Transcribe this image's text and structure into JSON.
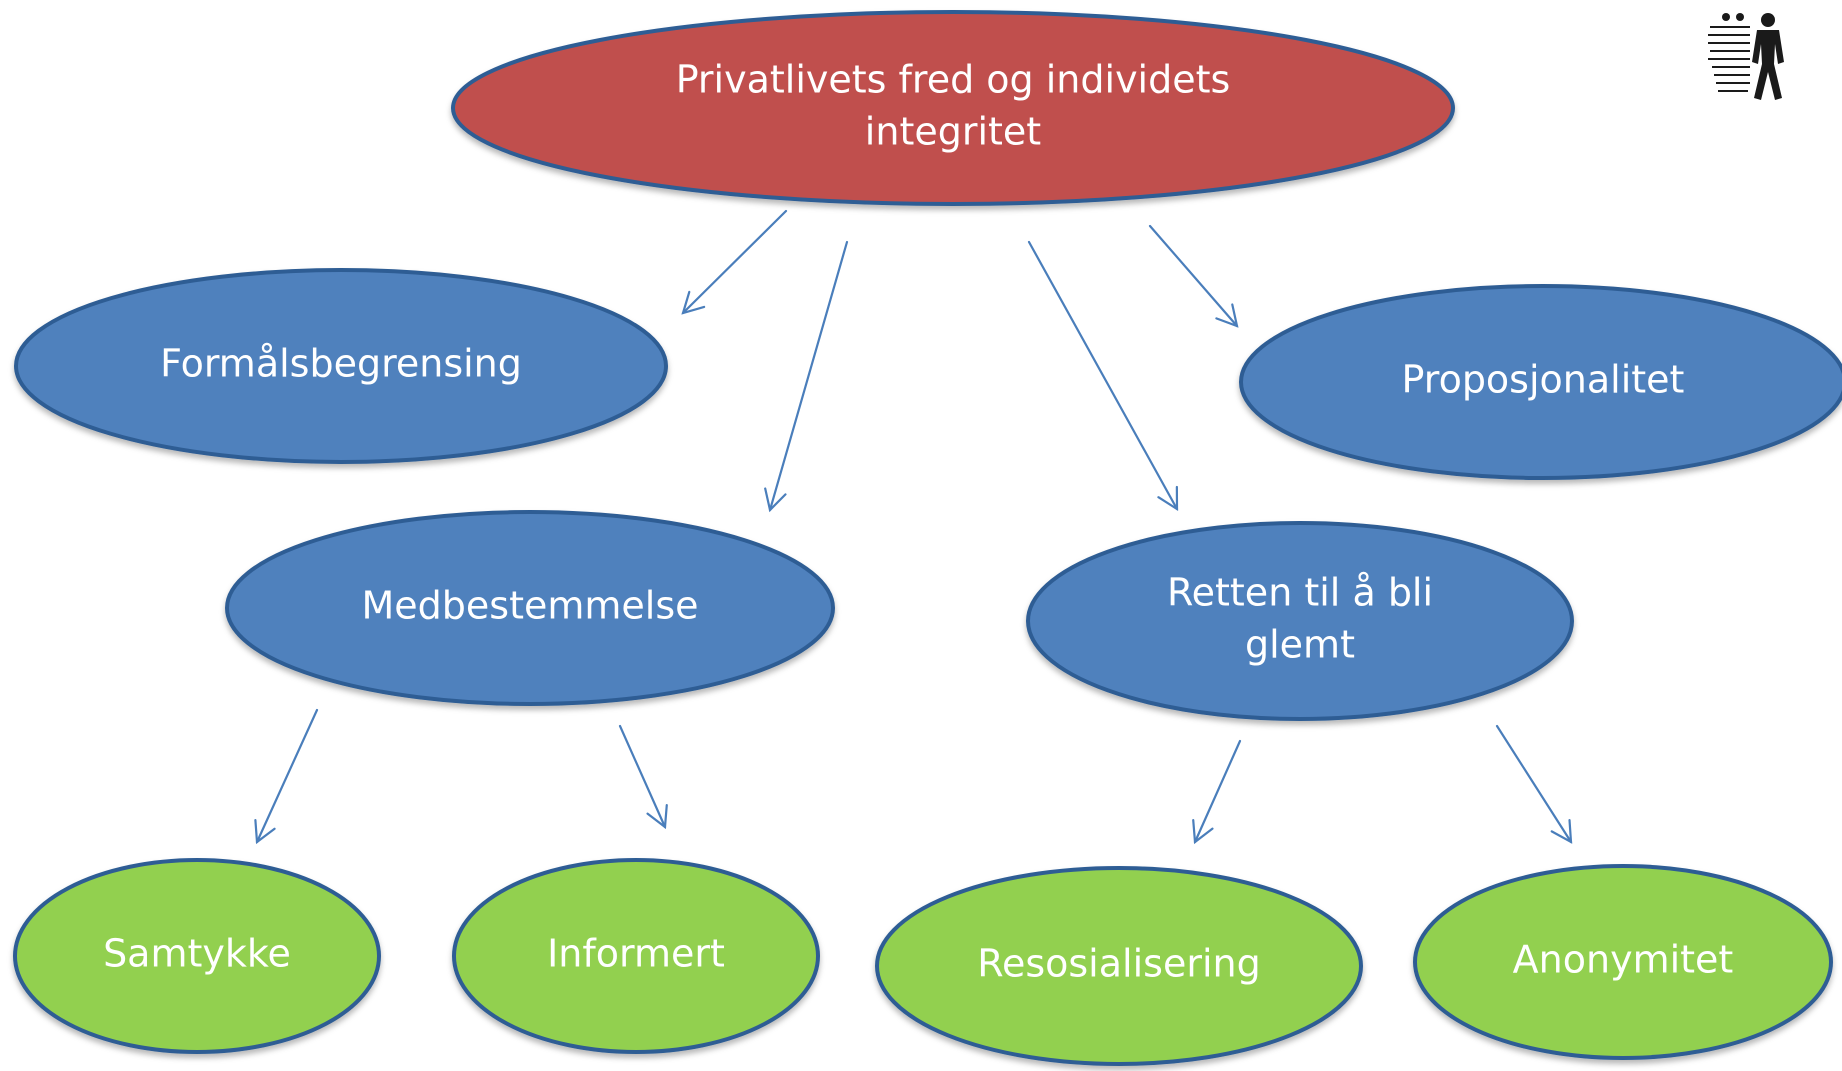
{
  "colors": {
    "root_fill": "#C0504D",
    "mid_fill": "#4F81BD",
    "leaf_fill": "#92D050",
    "outline": "#2E5D94",
    "arrow": "#4A7EBB",
    "text": "#FFFFFF",
    "logo": "#1A1A1A"
  },
  "logo": {
    "icon": "walking-people-icon"
  },
  "nodes": {
    "root": {
      "lines": [
        "Privatlivets fred og individets",
        "integritet"
      ]
    },
    "formal": {
      "lines": [
        "Formålsbegrensing"
      ]
    },
    "propo": {
      "lines": [
        "Proposjonalitet"
      ]
    },
    "medbest": {
      "lines": [
        "Medbestemmelse"
      ]
    },
    "retten": {
      "lines": [
        "Retten til å bli",
        "glemt"
      ]
    },
    "samtykke": {
      "lines": [
        "Samtykke"
      ]
    },
    "informert": {
      "lines": [
        "Informert"
      ]
    },
    "resos": {
      "lines": [
        "Resosialisering"
      ]
    },
    "anonym": {
      "lines": [
        "Anonymitet"
      ]
    }
  },
  "edges": [
    {
      "from": "root",
      "to": "formal"
    },
    {
      "from": "root",
      "to": "medbest"
    },
    {
      "from": "root",
      "to": "retten"
    },
    {
      "from": "root",
      "to": "propo"
    },
    {
      "from": "medbest",
      "to": "samtykke"
    },
    {
      "from": "medbest",
      "to": "informert"
    },
    {
      "from": "retten",
      "to": "resos"
    },
    {
      "from": "retten",
      "to": "anonym"
    }
  ]
}
